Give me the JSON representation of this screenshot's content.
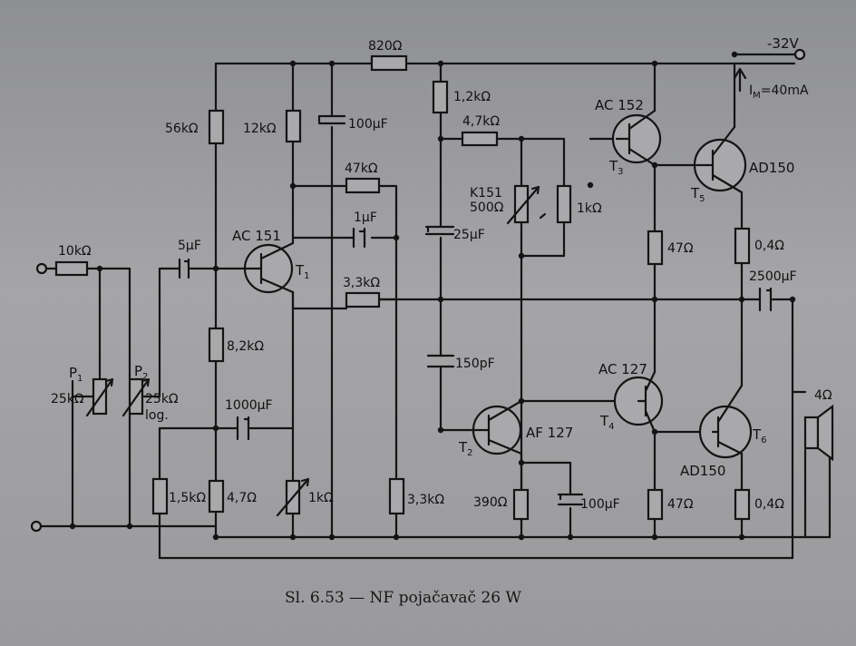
{
  "caption": "Sl. 6.53 — NF pojačavač 26 W",
  "supply": "-32V",
  "current_annotation": "I",
  "current_annotation_sub": "M",
  "current_annotation_value": "=40mA",
  "resistors": {
    "r_820": "820Ω",
    "r_56k": "56kΩ",
    "r_12k": "12kΩ",
    "r_1k2": "1,2kΩ",
    "r_4k7": "4,7kΩ",
    "r_47k": "47kΩ",
    "r_3k3_fb": "3,3kΩ",
    "r_8k2": "8,2kΩ",
    "r_1k5": "1,5kΩ",
    "r_4r7": "4,7Ω",
    "r_3k3_low": "3,3kΩ",
    "r_390": "390Ω",
    "r_47_top": "47Ω",
    "r_47_bot": "47Ω",
    "r_0r4_top": "0,4Ω",
    "r_0r4_bot": "0,4Ω",
    "r_10k": "10kΩ"
  },
  "capacitors": {
    "c_100u_top": "100µF",
    "c_1u": "1µF",
    "c_5u": "5µF",
    "c_25u": "25µF",
    "c_150p": "150pF",
    "c_1000u": "1000µF",
    "c_100u_low": "100µF",
    "c_2500u": "2500µF"
  },
  "pots": {
    "p1_name": "P",
    "p1_sub": "1",
    "p1_val": "25kΩ",
    "p2_name": "P",
    "p2_sub": "2",
    "p2_val": "25kΩ",
    "p2_taper": "log.",
    "k151": "K151",
    "k151_val": "500Ω",
    "trim_1k_top": "1kΩ",
    "trim_1k_bot": "1kΩ"
  },
  "transistors": {
    "t1_type": "AC 151",
    "t1_name": "T",
    "t1_sub": "1",
    "t2_type": "AF 127",
    "t2_name": "T",
    "t2_sub": "2",
    "t3_type": "AC 152",
    "t3_name": "T",
    "t3_sub": "3",
    "t4_type": "AC 127",
    "t4_name": "T",
    "t4_sub": "4",
    "t5_type": "AD150",
    "t5_name": "T",
    "t5_sub": "5",
    "t6_type": "AD150",
    "t6_name": "T",
    "t6_sub": "6"
  },
  "speaker": "4Ω"
}
